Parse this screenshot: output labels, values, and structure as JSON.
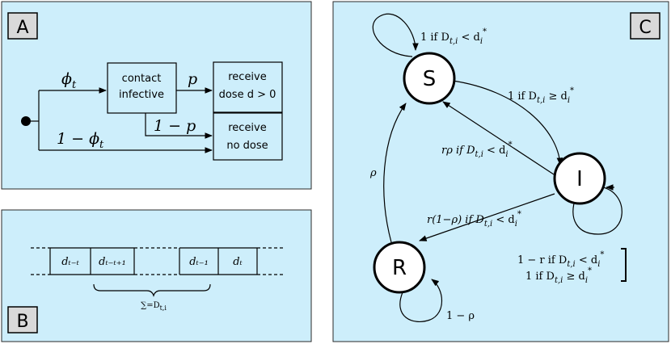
{
  "panels": {
    "a": {
      "badge": "A"
    },
    "b": {
      "badge": "B"
    },
    "c": {
      "badge": "C"
    }
  },
  "panel_a": {
    "start_label_top": "ϕ",
    "start_label_top_sub": "t",
    "start_label_bottom": "1 − ϕ",
    "start_label_bottom_sub": "t",
    "contact_box": {
      "line1": "contact",
      "line2": "infective"
    },
    "p_label": "p",
    "one_minus_p_label": "1 − p",
    "dose_box": {
      "line1": "receive",
      "line2": "dose d > 0"
    },
    "nodose_box": {
      "line1": "receive",
      "line2": "no dose"
    }
  },
  "panel_b": {
    "cells": [
      "dₜ₋ₜ",
      "dₜ₋ₜ₊₁",
      "dₜ₋₁",
      "dₜ"
    ],
    "brace_label": "∑=D",
    "brace_label_sub": "t,i"
  },
  "panel_c": {
    "states": {
      "s": "S",
      "i": "I",
      "r": "R"
    },
    "s_self_loop": "1 if D",
    "s_self_loop_tail": " < d",
    "s_to_i": "1 if D",
    "s_to_i_tail": " ≥ d",
    "i_to_s_prefix": "rρ if D",
    "i_to_s_tail": " < d",
    "i_to_r_prefix": "r(1−ρ) if D",
    "i_to_r_tail": " < d",
    "r_to_s": "ρ",
    "r_self_loop": "1 − ρ",
    "i_self_line1_prefix": "1 − r if D",
    "i_self_line1_tail": " < d",
    "i_self_line2_prefix": "1 if D",
    "i_self_line2_tail": " ≥ d",
    "sub_ti": "t,i",
    "sub_i": "i",
    "star": "*"
  }
}
